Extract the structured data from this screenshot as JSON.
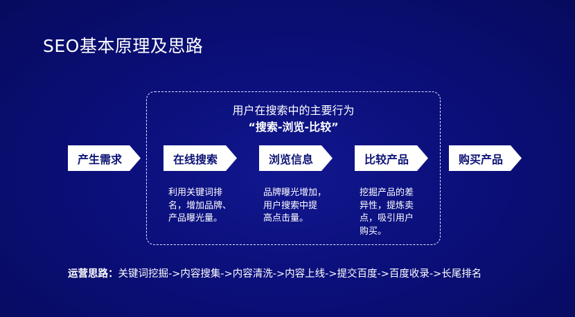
{
  "title": "SEO基本原理及思路",
  "box": {
    "title": "用户在搜索中的主要行为",
    "subtitle": "“搜索-浏览-比较”"
  },
  "steps": [
    {
      "label": "产生需求"
    },
    {
      "label": "在线搜索"
    },
    {
      "label": "浏览信息"
    },
    {
      "label": "比较产品"
    },
    {
      "label": "购买产品"
    }
  ],
  "descriptions": [
    {
      "lines": [
        "利用关键词排",
        "名，增加品牌、",
        "产品曝光量。"
      ]
    },
    {
      "lines": [
        "品牌曝光增加，",
        "用户搜索中提",
        "高点击量。"
      ]
    },
    {
      "lines": [
        "挖掘产品的差",
        "异性，提炼卖",
        "点，吸引用户",
        "购买。"
      ]
    }
  ],
  "footer": {
    "label": "运营思路：",
    "text": "关键词挖掘->内容搜集->内容清洗->内容上线->提交百度->百度收录->长尾排名"
  }
}
